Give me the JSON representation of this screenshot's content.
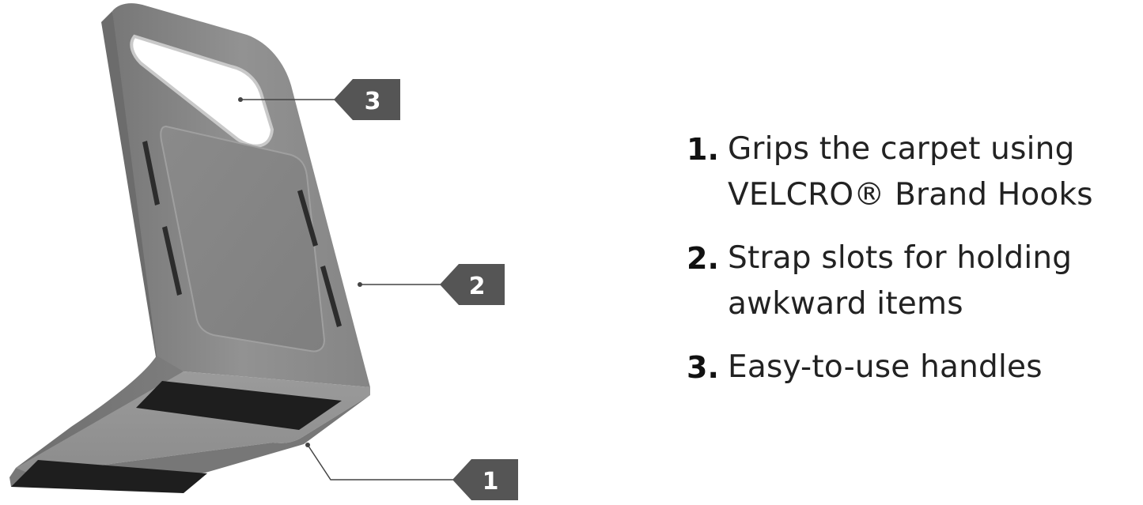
{
  "callouts": {
    "one": "1",
    "two": "2",
    "three": "3"
  },
  "features": [
    {
      "number": "1.",
      "lines": [
        "Grips the carpet using",
        "VELCRO® Brand Hooks"
      ]
    },
    {
      "number": "2.",
      "lines": [
        "Strap slots for holding",
        "awkward items"
      ]
    },
    {
      "number": "3.",
      "lines": [
        "Easy-to-use handles"
      ]
    }
  ],
  "colors": {
    "product": "#8a8a8a",
    "callout_badge": "#555555",
    "velcro": "#1e1e1e",
    "text": "#222222"
  },
  "icons": {
    "product": "cargo-stabilizer-product-image"
  }
}
